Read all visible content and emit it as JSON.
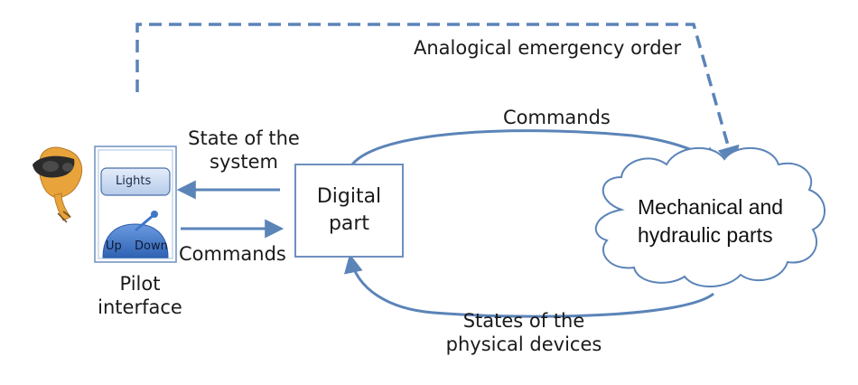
{
  "labels": {
    "emergency": "Analogical emergency order",
    "commands_top": "Commands",
    "state_line1": "State of the",
    "state_line2": "system",
    "commands_mid": "Commands",
    "digital_line1": "Digital",
    "digital_line2": "part",
    "cloud_line1": "Mechanical and",
    "cloud_line2": "hydraulic parts",
    "states_line1": "States of the",
    "states_line2": "physical devices",
    "pilot_line1": "Pilot",
    "pilot_line2": "interface"
  },
  "interface": {
    "lights": "Lights",
    "up": "Up",
    "down": "Down"
  },
  "colors": {
    "arrow": "#5b84b8",
    "box_border": "#6d8fc0",
    "button_fill": "#c9d9f0",
    "lever": "#3f77c8",
    "helmet": "#e8a43a",
    "visor": "#2b2b2b"
  },
  "icons": {
    "pilot": "pilot-helmet-icon",
    "lever": "gear-lever-icon"
  }
}
